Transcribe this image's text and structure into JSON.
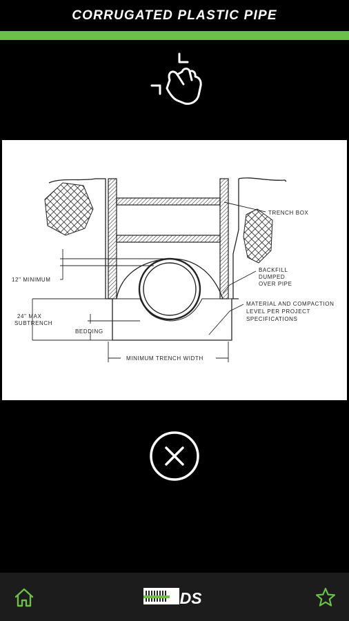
{
  "header": {
    "title": "CORRUGATED PLASTIC PIPE"
  },
  "colors": {
    "accent": "#6cc04a",
    "background": "#000000",
    "bottom_bar": "#1c1c1c"
  },
  "icons": {
    "gesture": "pinch-zoom-icon",
    "close": "close-icon",
    "home": "home-icon",
    "favorite": "star-icon"
  },
  "diagram": {
    "labels": {
      "trench_box": "TRENCH BOX",
      "backfill_1": "BACKFILL",
      "backfill_2": "DUMPED",
      "backfill_3": "OVER PIPE",
      "twelve_min": "12\" MINIMUM",
      "max_1": "24\" MAX",
      "max_2": "SUBTRENCH",
      "bedding": "BEDDING",
      "material_1": "MATERIAL AND COMPACTION",
      "material_2": "LEVEL PER PROJECT",
      "material_3": "SPECIFICATIONS",
      "min_width": "MINIMUM TRENCH WIDTH"
    }
  },
  "footer": {
    "logo_text": "ADS"
  }
}
